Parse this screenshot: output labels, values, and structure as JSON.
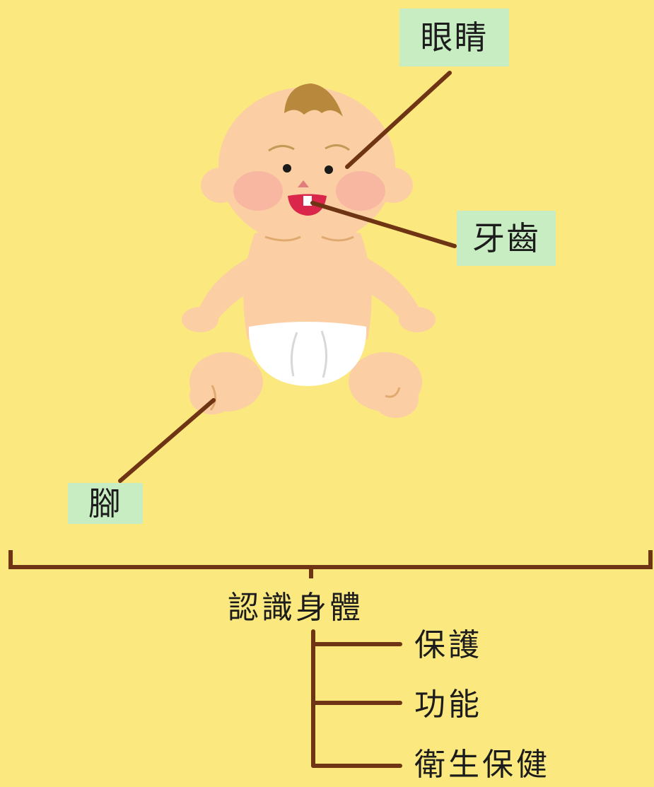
{
  "colors": {
    "background": "#fbe97f",
    "line": "#6e3414",
    "label_fill": "#c9edc3",
    "skin": "#fbcfa3",
    "cheek": "#f6a49e",
    "hair": "#b8893c",
    "diaper": "#ffffff",
    "mouth": "#d9264a"
  },
  "body_labels": {
    "eyes": "眼睛",
    "teeth": "牙齒",
    "feet": "腳"
  },
  "diagram": {
    "root": "認識身體",
    "branches": [
      "保護",
      "功能",
      "衛生保健"
    ]
  },
  "illustration": {
    "name": "baby-icon"
  }
}
